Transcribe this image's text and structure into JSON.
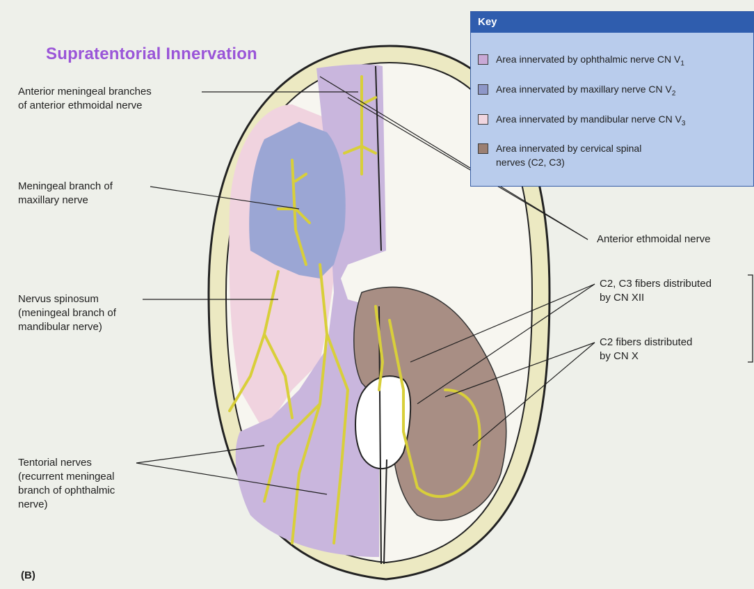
{
  "figure": {
    "title": "Supratentorial Innervation",
    "panel_label": "(B)"
  },
  "key": {
    "heading": "Key",
    "items": [
      {
        "text": "Area innervated by ophthalmic nerve CN V",
        "sub": "1",
        "color": "#c9a9d6"
      },
      {
        "text": "Area innervated by maxillary nerve CN V",
        "sub": "2",
        "color": "#8e97c8"
      },
      {
        "text": "Area innervated by mandibular nerve CN V",
        "sub": "3",
        "color": "#f0d6e0"
      },
      {
        "text": "Area innervated by cervical spinal",
        "text2": "nerves (C2, C3)",
        "color": "#9b7f72"
      }
    ]
  },
  "labels": {
    "ant_meningeal": [
      "Anterior meningeal branches",
      "of anterior ethmoidal nerve"
    ],
    "meningeal_maxillary": [
      "Meningeal branch of",
      "maxillary nerve"
    ],
    "nervus_spinosum": [
      "Nervus spinosum",
      "(meningeal branch of",
      "mandibular nerve)"
    ],
    "tentorial": [
      "Tentorial nerves",
      "(recurrent meningeal",
      "branch of ophthalmic",
      "nerve)"
    ],
    "ant_ethmoidal": [
      "Anterior ethmoidal nerve"
    ],
    "c2c3": [
      "C2, C3 fibers distributed",
      "by CN XII"
    ],
    "c2": [
      "C2 fibers distributed",
      "by CN X"
    ]
  },
  "colors": {
    "ophthalmic": "#c9b6dd",
    "maxillary": "#9ba6d4",
    "mandibular": "#f0d3df",
    "cervical": "#a88e84",
    "nerve": "#d8cf3a",
    "skull": "#ece9c2",
    "title": "#9a55d8",
    "key_header": "#2f5dae"
  }
}
